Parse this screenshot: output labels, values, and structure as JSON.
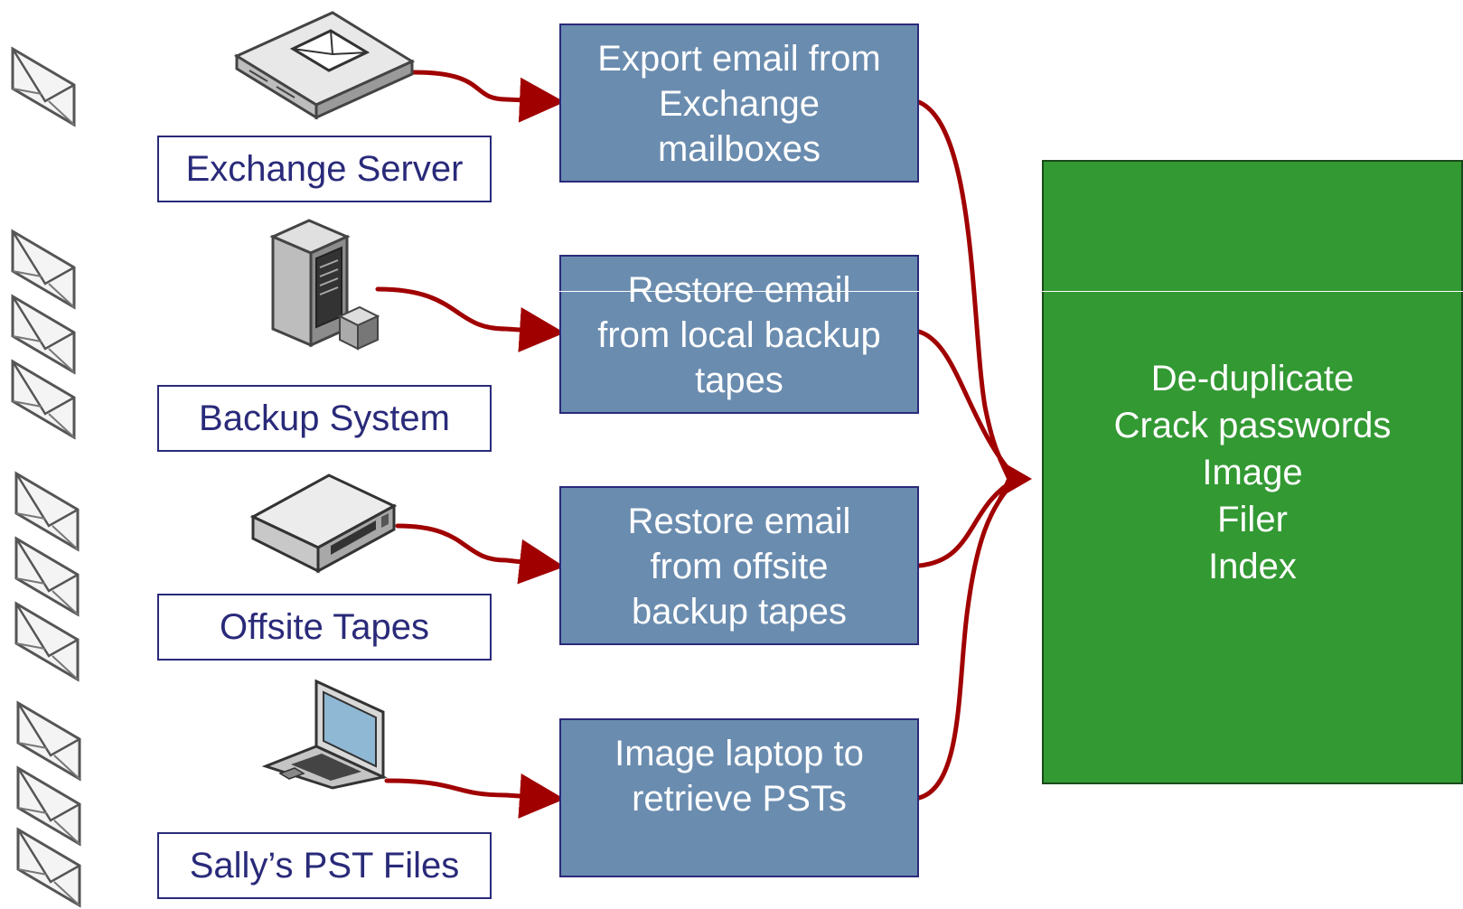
{
  "colors": {
    "step_fill": "#6a8caf",
    "result_fill": "#339933",
    "wire": "#a00000",
    "label_text": "#2a2a7a"
  },
  "sources": [
    {
      "label": "Exchange Server",
      "icon": "rack-server-icon",
      "envelopes": 1
    },
    {
      "label": "Backup System",
      "icon": "tower-server-icon",
      "envelopes": 3
    },
    {
      "label": "Offsite Tapes",
      "icon": "tape-drive-icon",
      "envelopes": 3
    },
    {
      "label": "Sally’s PST Files",
      "icon": "laptop-icon",
      "envelopes": 3
    }
  ],
  "steps": [
    {
      "lines": [
        "Export email from",
        "Exchange",
        "mailboxes"
      ]
    },
    {
      "lines": [
        "Restore email",
        "from local backup",
        "tapes"
      ]
    },
    {
      "lines": [
        "Restore email",
        "from offsite",
        "backup tapes"
      ]
    },
    {
      "lines": [
        "Image laptop to",
        "retrieve PSTs"
      ]
    }
  ],
  "result": {
    "lines": [
      "De-duplicate",
      "Crack passwords",
      "Image",
      "Filer",
      "Index"
    ]
  }
}
